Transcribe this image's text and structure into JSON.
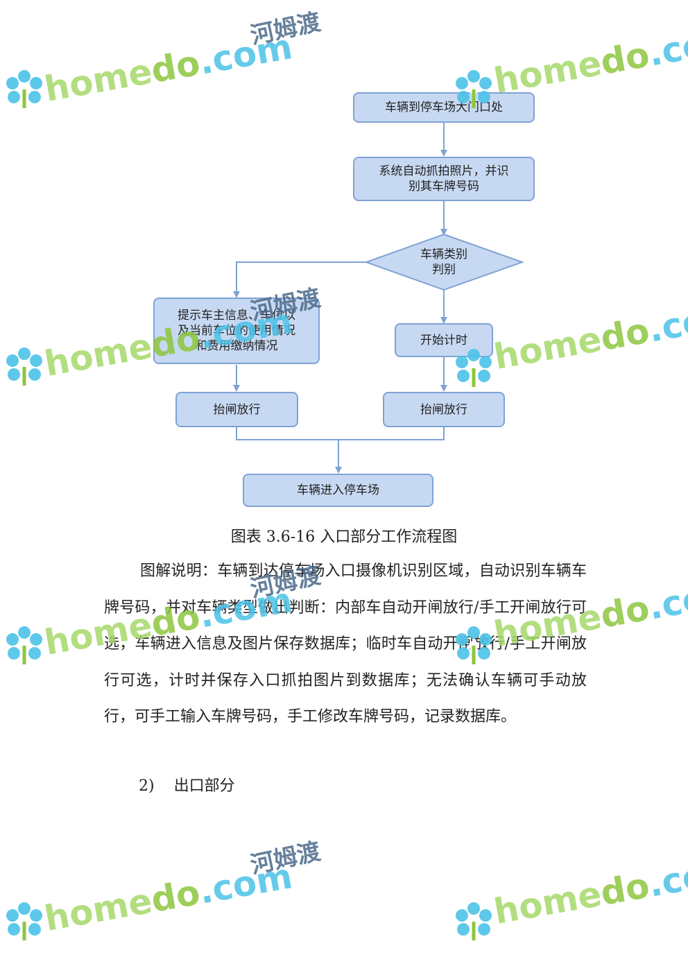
{
  "flowchart": {
    "start": "车辆到停车场大门口处",
    "capture": "系统自动抓拍照片，并识\n别其车牌号码",
    "decision": "车辆类别\n判别",
    "left_info": "提示车主信息、车位以\n及当前车位的使用情况\n和费用缴纳情况",
    "start_timer": "开始计时",
    "left_gate": "抬闸放行",
    "right_gate": "抬闸放行",
    "enter": "车辆进入停车场"
  },
  "caption": "图表 3.6-16 入口部分工作流程图",
  "paragraph": "图解说明：车辆到达停车场入口摄像机识别区域，自动识别车辆车牌号码，并对车辆类型做出判断：内部车自动开闸放行/手工开闸放行可选，车辆进入信息及图片保存数据库；临时车自动开闸放行/手工开闸放行可选，计时并保存入口抓拍图片到数据库；无法确认车辆可手动放行，可手工输入车牌号码，手工修改车牌号码，记录数据库。",
  "subheading": {
    "number": "2)",
    "title": "出口部分"
  },
  "watermark": {
    "latin": "homedo.com",
    "chinese": "河姆渡"
  },
  "colors": {
    "node_fill": "#c7d9f2",
    "node_border": "#7fa2d5",
    "arrow": "#7fa2d5"
  }
}
